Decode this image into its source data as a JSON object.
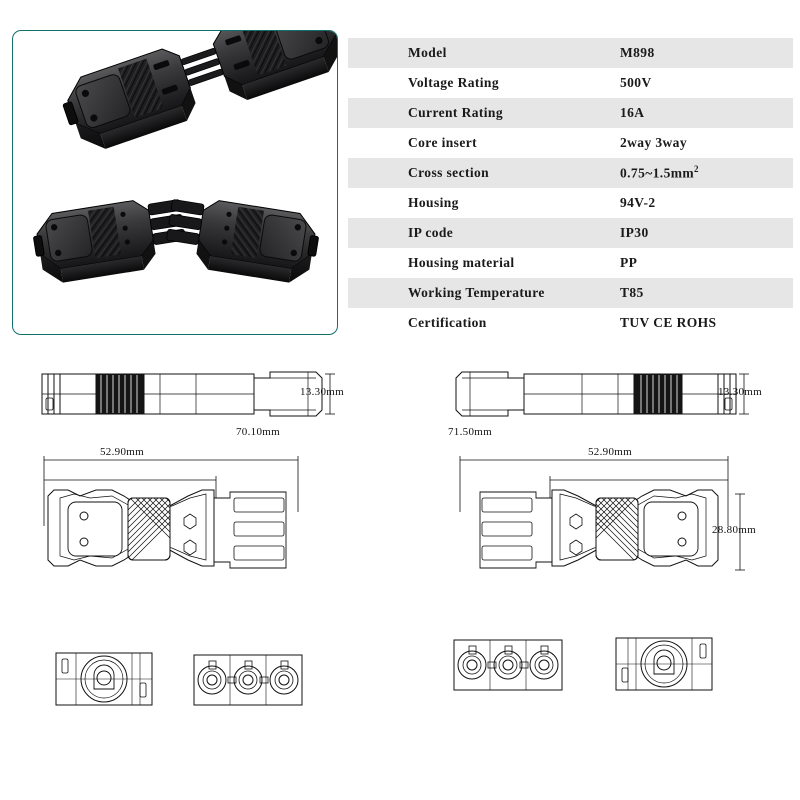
{
  "product_photo": {
    "label": "product-photo-panel",
    "border_color": "#12706c",
    "caption": ""
  },
  "spec_table": {
    "shade_color": "#e6e6e6",
    "rows": [
      {
        "key": "Model",
        "value": "M898",
        "shaded": true
      },
      {
        "key": "Voltage Rating",
        "value": "500V",
        "shaded": false
      },
      {
        "key": "Current Rating",
        "value": "16A",
        "shaded": true
      },
      {
        "key": "Core insert",
        "value": "2way  3way",
        "shaded": false
      },
      {
        "key": "Cross section",
        "value": "0.75~1.5mm",
        "sup": "2",
        "shaded": true
      },
      {
        "key": "Housing",
        "value": "94V-2",
        "shaded": false
      },
      {
        "key": "IP code",
        "value": "IP30",
        "shaded": true
      },
      {
        "key": "Housing material",
        "value": "PP",
        "shaded": false
      },
      {
        "key": "Working Temperature",
        "value": "T85",
        "shaded": true
      },
      {
        "key": "Certification",
        "value": "TUV CE ROHS",
        "shaded": false
      }
    ]
  },
  "drawings": {
    "left": {
      "side_view_height": "13.30mm",
      "overall_length": "70.10mm",
      "body_length": "52.90mm"
    },
    "right": {
      "side_view_height": "13.30mm",
      "overall_length": "71.50mm",
      "body_length": "52.90mm",
      "body_width": "28.80mm"
    }
  }
}
